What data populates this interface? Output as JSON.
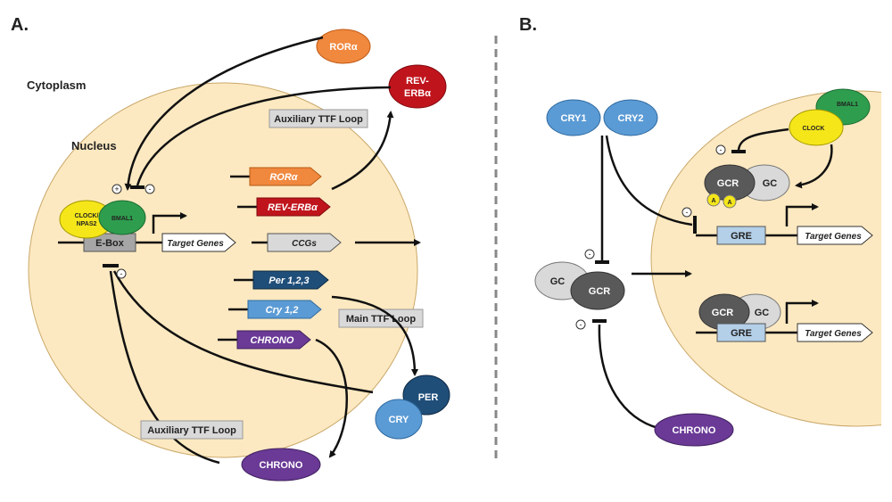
{
  "panels": {
    "a": "A.",
    "b": "B."
  },
  "regions": {
    "cytoplasm": "Cytoplasm",
    "nucleus": "Nucleus"
  },
  "proteins": {
    "ror": "RORα",
    "rev_line1": "REV-",
    "rev_line2": "ERBα",
    "clock_line1": "CLOCK/",
    "clock_line2": "NPAS2",
    "bmal1": "BMAL1",
    "per": "PER",
    "cry": "CRY",
    "chrono": "CHRONO",
    "cry1": "CRY1",
    "cry2": "CRY2",
    "gc": "GC",
    "gcr": "GCR",
    "clock": "CLOCK",
    "a_mark": "A"
  },
  "genes": {
    "ebox": "E-Box",
    "target": "Target Genes",
    "ror": "RORα",
    "rev": "REV-ERBα",
    "ccgs": "CCGs",
    "per": "Per 1,2,3",
    "cry": "Cry 1,2",
    "chrono": "CHRONO",
    "gre": "GRE"
  },
  "loops": {
    "aux_top": "Auxiliary TTF Loop",
    "main": "Main TTF Loop",
    "aux_bottom": "Auxiliary TTF Loop"
  },
  "signs": {
    "plus": "+",
    "minus": "-"
  },
  "colors": {
    "nucleus_fill": "#fde9c1",
    "ror": "#f0883e",
    "rev": "#c0141c",
    "clock_yellow": "#f5e61a",
    "bmal_green": "#2e9e4e",
    "per_navy": "#1f4e79",
    "cry_blue": "#5b9bd5",
    "chrono_purple": "#6a3a96",
    "gc_gray": "#d9d9d9",
    "gcr_dark": "#595959",
    "gre_blue": "#b4cfe8",
    "loop_gray": "#d9d9d9"
  }
}
